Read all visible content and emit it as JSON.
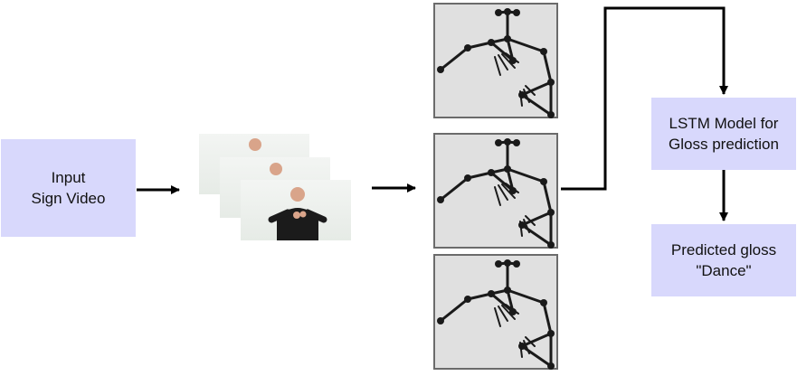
{
  "nodes": {
    "input": {
      "line1": "Input",
      "line2": "Sign Video"
    },
    "lstm": {
      "line1": "LSTM Model for",
      "line2": "Gloss prediction"
    },
    "gloss": {
      "line1": "Predicted gloss",
      "line2": "\"Dance\""
    }
  },
  "colors": {
    "box_fill": "#d8d8fc",
    "arrow": "#000000",
    "skeleton": "#1a1a1a",
    "pose_bg": "#e0e0e0"
  }
}
